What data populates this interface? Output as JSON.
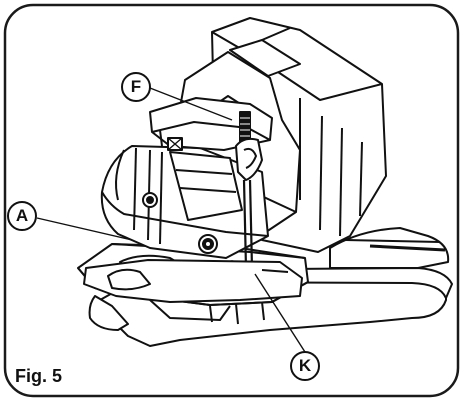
{
  "figure": {
    "caption": "Fig. 5",
    "callouts": {
      "f": "F",
      "a": "A",
      "k": "K"
    }
  },
  "colors": {
    "ink": "#111111",
    "frame": "#1a1a1a",
    "paper": "#ffffff"
  }
}
